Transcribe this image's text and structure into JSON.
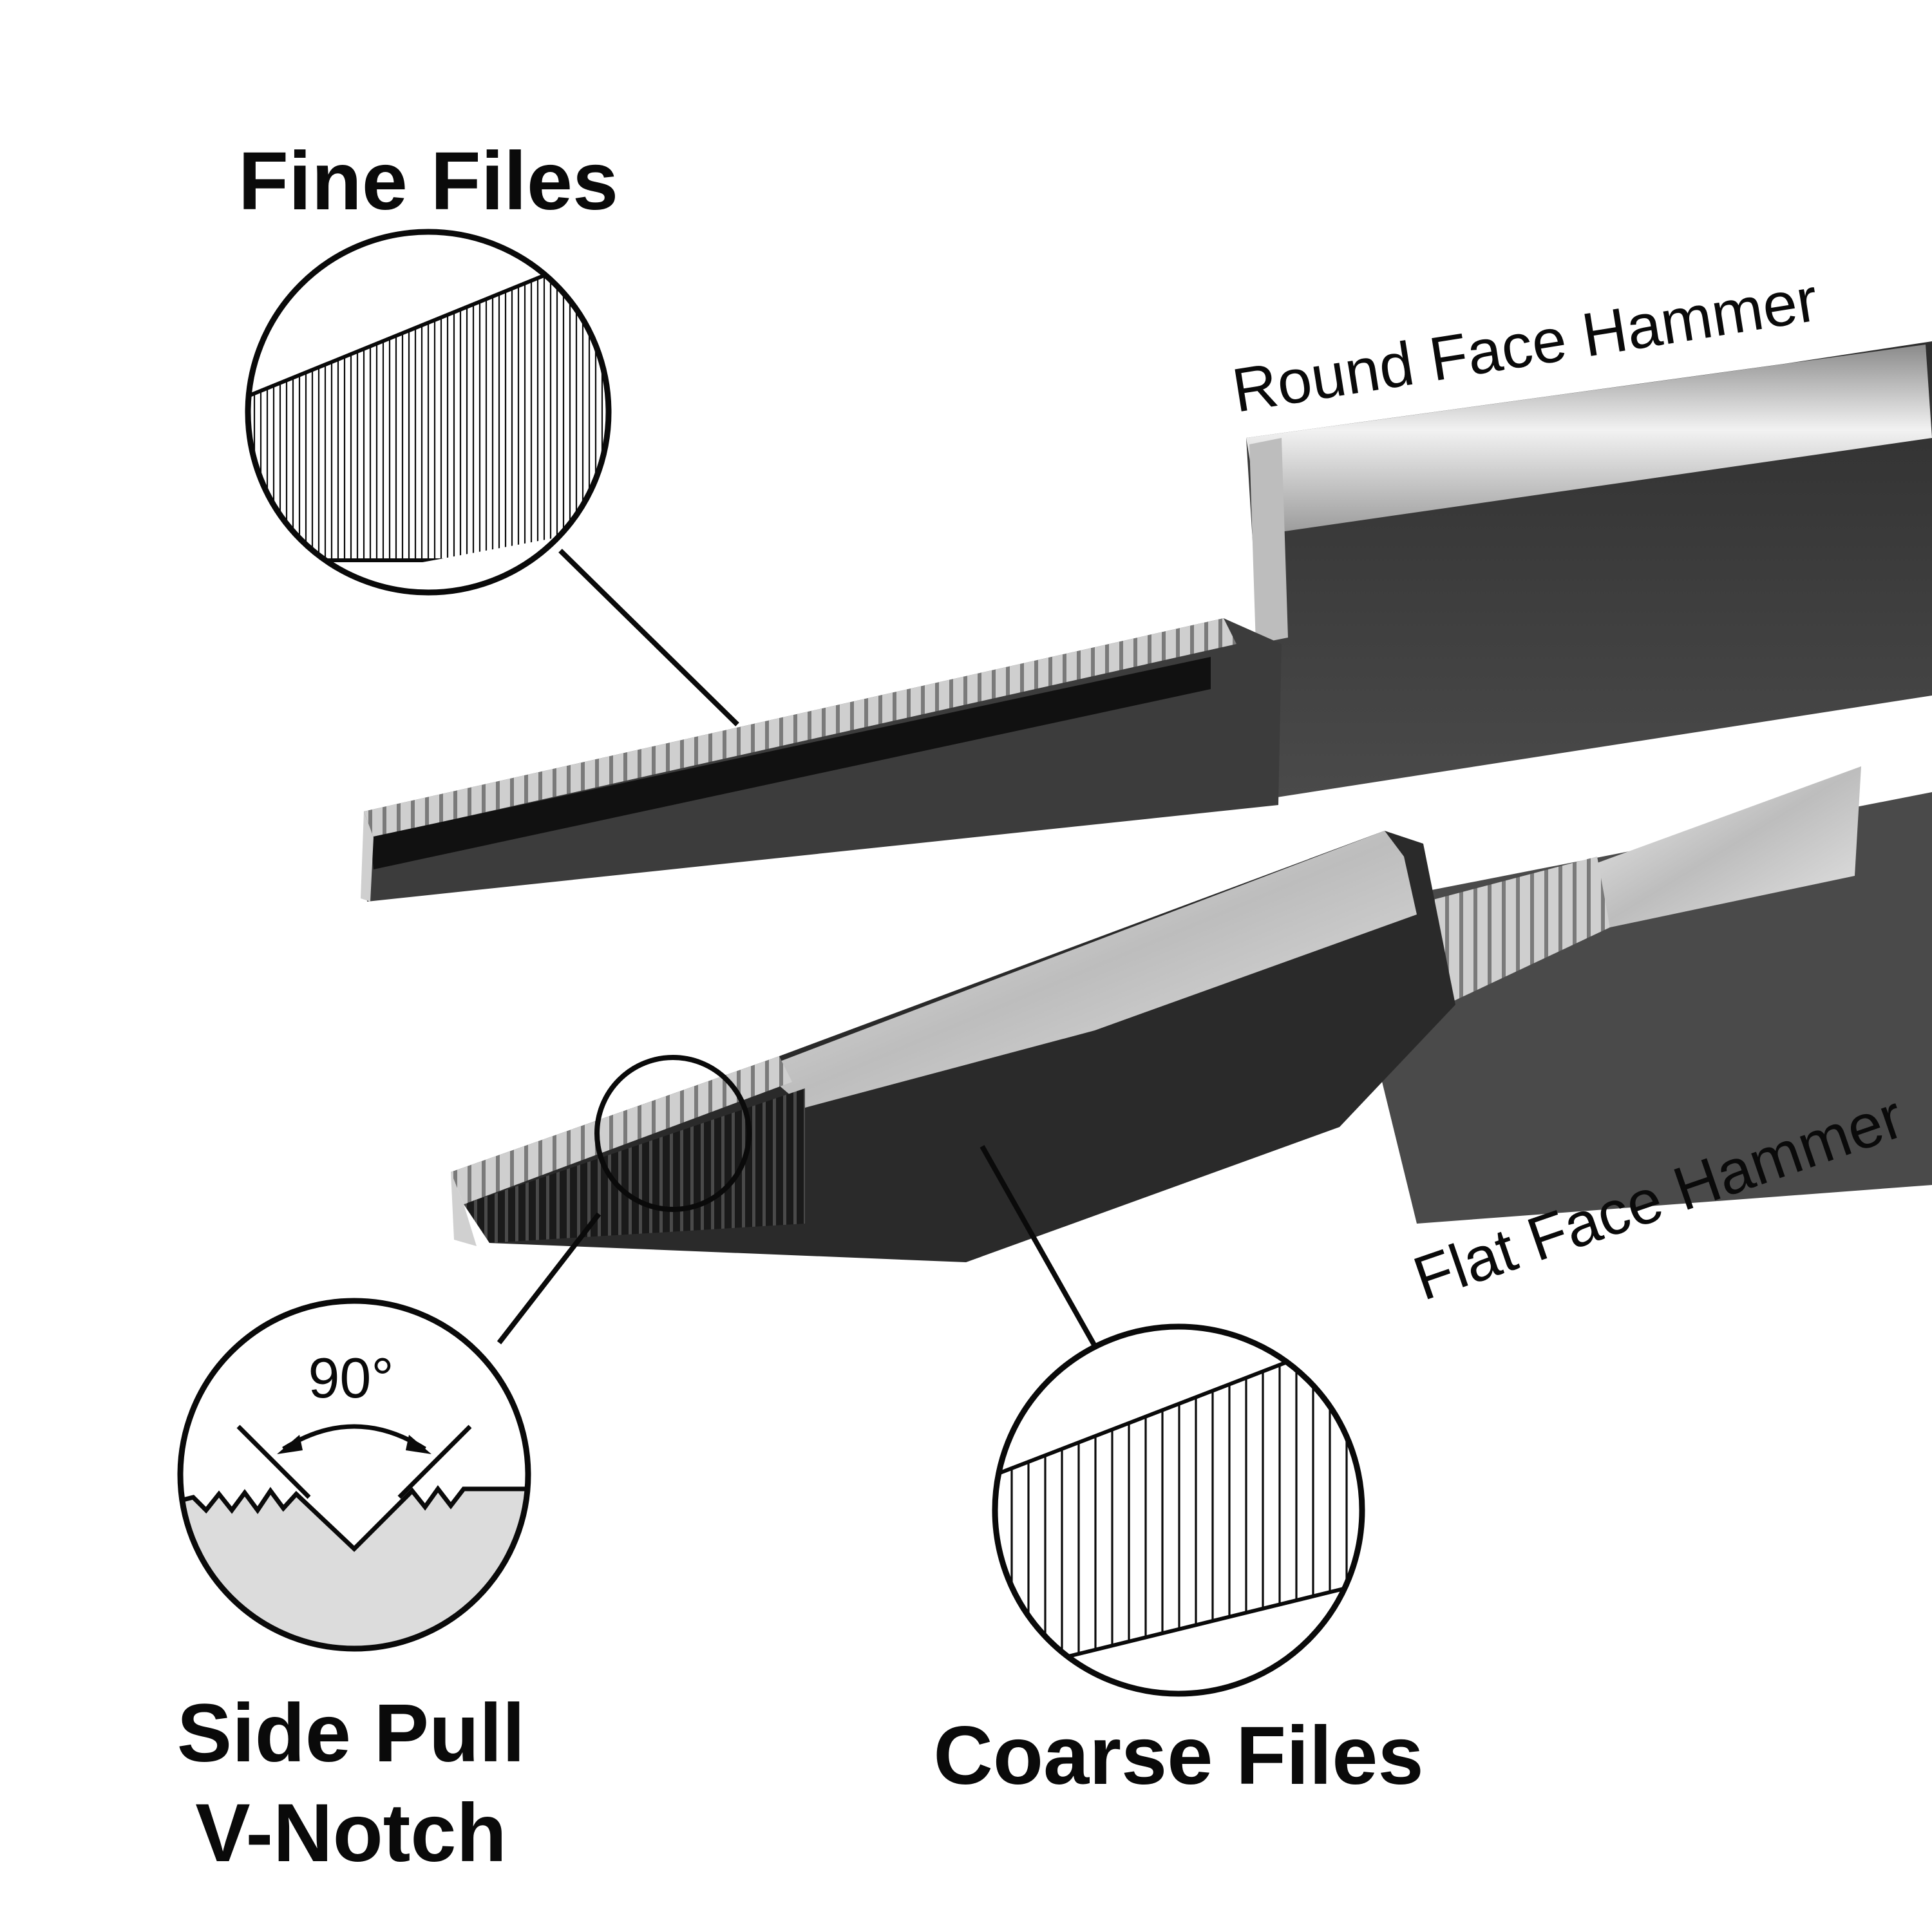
{
  "labels": {
    "fine_files": "Fine Files",
    "round_face_hammer": "Round Face Hammer",
    "flat_face_hammer": "Flat Face Hammer",
    "side_pull_line1": "Side Pull",
    "side_pull_line2": "V-Notch",
    "coarse_files": "Coarse Files",
    "angle": "90°"
  },
  "colors": {
    "background": "#ffffff",
    "ink": "#0a0a0a",
    "steel_light": "#d9d9d9",
    "steel_dark": "#3a3a3a",
    "notch_fill": "#dcdcdc"
  }
}
